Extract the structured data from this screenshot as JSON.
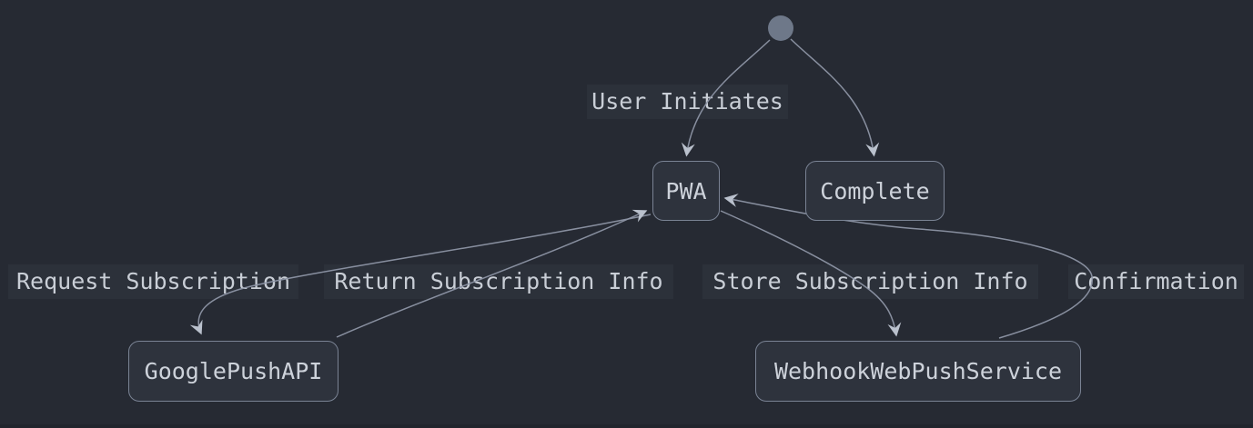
{
  "diagram": {
    "type": "state-diagram",
    "colors": {
      "background": "#262a33",
      "node_fill": "#2e333d",
      "node_border": "#7a8394",
      "node_text": "#cdd2da",
      "edge_stroke": "#8d95a5",
      "arrowhead_fill": "#bac1cd",
      "label_background": "#2c313a",
      "label_text": "#c9ced6",
      "initial_state_fill": "#6e7889"
    },
    "nodes": {
      "pwa": "PWA",
      "complete": "Complete",
      "google_push_api": "GooglePushAPI",
      "webhook_web_push_service": "WebhookWebPushService"
    },
    "edge_labels": {
      "user_initiates": "User Initiates",
      "request_subscription": "Request Subscription",
      "return_subscription_info": "Return Subscription Info",
      "store_subscription_info": "Store Subscription Info",
      "confirmation": "Confirmation"
    },
    "edges": [
      {
        "from": "initial",
        "to": "PWA",
        "label": "User Initiates"
      },
      {
        "from": "initial",
        "to": "Complete",
        "label": ""
      },
      {
        "from": "PWA",
        "to": "GooglePushAPI",
        "label": "Request Subscription"
      },
      {
        "from": "GooglePushAPI",
        "to": "PWA",
        "label": "Return Subscription Info"
      },
      {
        "from": "PWA",
        "to": "WebhookWebPushService",
        "label": "Store Subscription Info"
      },
      {
        "from": "WebhookWebPushService",
        "to": "PWA",
        "label": "Confirmation"
      }
    ]
  }
}
